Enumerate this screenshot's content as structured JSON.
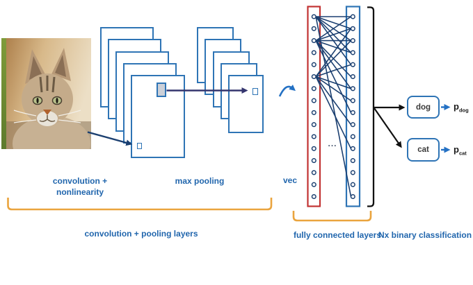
{
  "labels": {
    "conv_nonlinearity_line1": "convolution +",
    "conv_nonlinearity_line2": "nonlinearity",
    "max_pooling": "max pooling",
    "conv_pooling_layers": "convolution + pooling layers",
    "vec": "vec",
    "fully_connected_layers": "fully connected layers",
    "nx_binary_classification": "Nx binary classification"
  },
  "input_image": "cat-photo",
  "network": {
    "conv_stack": {
      "count": 5
    },
    "pool_stack": {
      "count": 5
    },
    "fully_connected": {
      "input_nodes": 16,
      "output_nodes": 16,
      "ellipsis": "...",
      "hub_edges": [
        [
          0,
          0
        ],
        [
          0,
          1
        ],
        [
          0,
          2
        ],
        [
          0,
          3
        ],
        [
          0,
          4
        ],
        [
          0,
          15
        ],
        [
          2,
          0
        ],
        [
          2,
          1
        ],
        [
          2,
          2
        ],
        [
          2,
          3
        ],
        [
          2,
          5
        ],
        [
          2,
          6
        ],
        [
          2,
          8
        ],
        [
          5,
          1
        ],
        [
          5,
          2
        ],
        [
          5,
          4
        ],
        [
          5,
          6
        ],
        [
          5,
          7
        ],
        [
          5,
          9
        ],
        [
          5,
          11
        ]
      ]
    }
  },
  "outputs": [
    {
      "label": "dog",
      "prob": {
        "base": "p",
        "sub": "dog"
      }
    },
    {
      "label": "cat",
      "prob": {
        "base": "p",
        "sub": "cat"
      }
    }
  ],
  "colors": {
    "accent_blue": "#2e74b5",
    "label_blue": "#2166ad",
    "navy": "#1b3f70",
    "red_frame": "#c23333",
    "orange_brace": "#eaa43e",
    "line_indigo": "#34356e",
    "bracket_black": "#111111"
  }
}
